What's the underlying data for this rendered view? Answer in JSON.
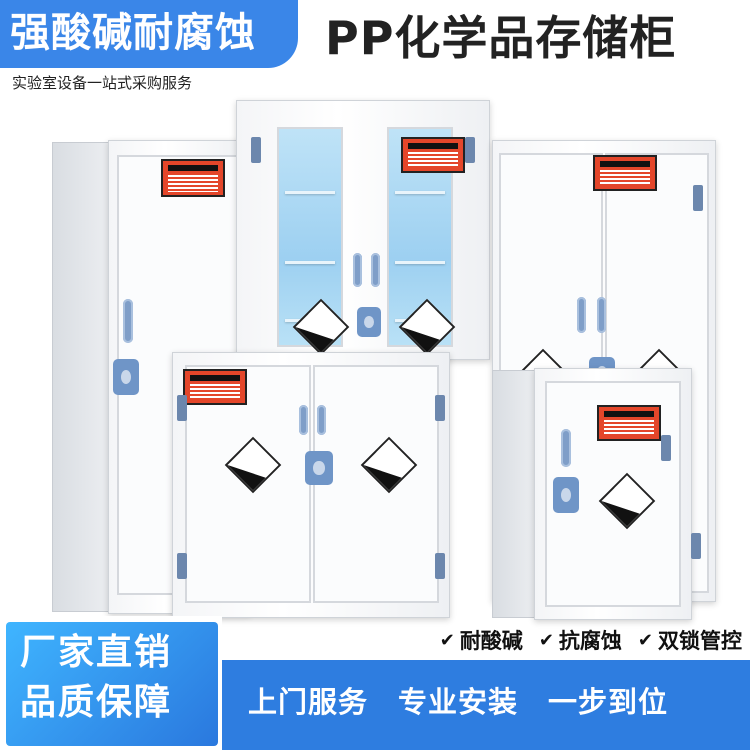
{
  "header": {
    "title": "强酸碱耐腐蚀",
    "product_title": "PP化学品存储柜",
    "subtitle": "实验室设备一站式采购服务"
  },
  "features": [
    {
      "icon": "check-icon",
      "label": "耐酸碱"
    },
    {
      "icon": "check-icon",
      "label": "抗腐蚀"
    },
    {
      "icon": "check-icon",
      "label": "双锁管控"
    }
  ],
  "promo": {
    "line1": "厂家直销",
    "line2": "品质保障"
  },
  "services": [
    "上门服务",
    "专业安装",
    "一步到位"
  ],
  "colors": {
    "brand_blue": "#3a86e8",
    "banner_blue": "#2e7de0",
    "warning_red": "#e4462a",
    "glass_blue": "#9dd0f1"
  }
}
